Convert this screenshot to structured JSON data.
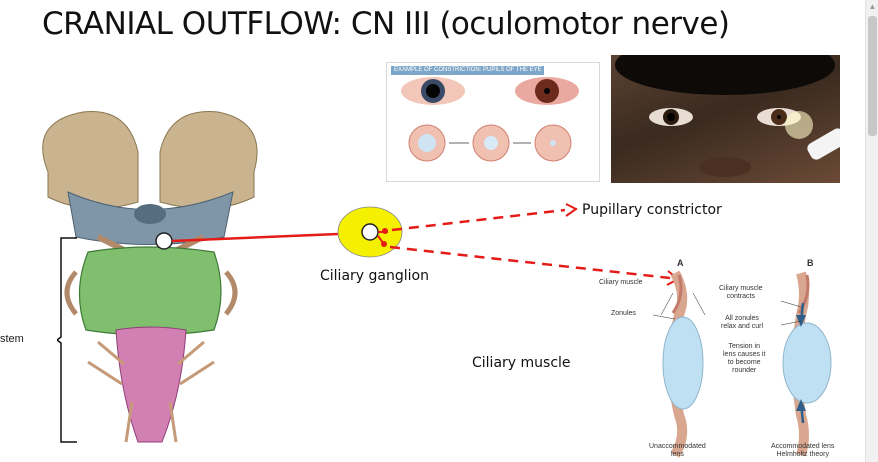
{
  "slide": {
    "title": "CRANIAL OUTFLOW: CN III (oculomotor nerve)",
    "labels": {
      "brainstem": "stem",
      "ciliary_ganglion": "Ciliary ganglion",
      "ciliary_muscle": "Ciliary muscle",
      "pupillary_constrictor": "Pupillary constrictor"
    },
    "pupil_figure": {
      "header": "EXAMPLE OF CONSTRICTION: PUPILS OF THE EYE"
    },
    "lens_figure": {
      "panel_a_letter": "A",
      "panel_b_letter": "B",
      "ciliary_muscle": "Ciliary muscle",
      "zonules": "Zonules",
      "muscle_contracts": "Ciliary muscle\ncontracts",
      "zonules_relax": "All zonules\nrelax and curl",
      "tension": "Tension in\nlens causes it\nto become\nrounder",
      "unaccommodated": "Unaccommodated\nlens",
      "accommodated": "Accommodated lens\nHelmholtz theory"
    },
    "colors": {
      "nerve_red": "#e41b17",
      "ganglion_yellow": "#f5f000",
      "lens_blue": "#bfe0f2"
    }
  }
}
